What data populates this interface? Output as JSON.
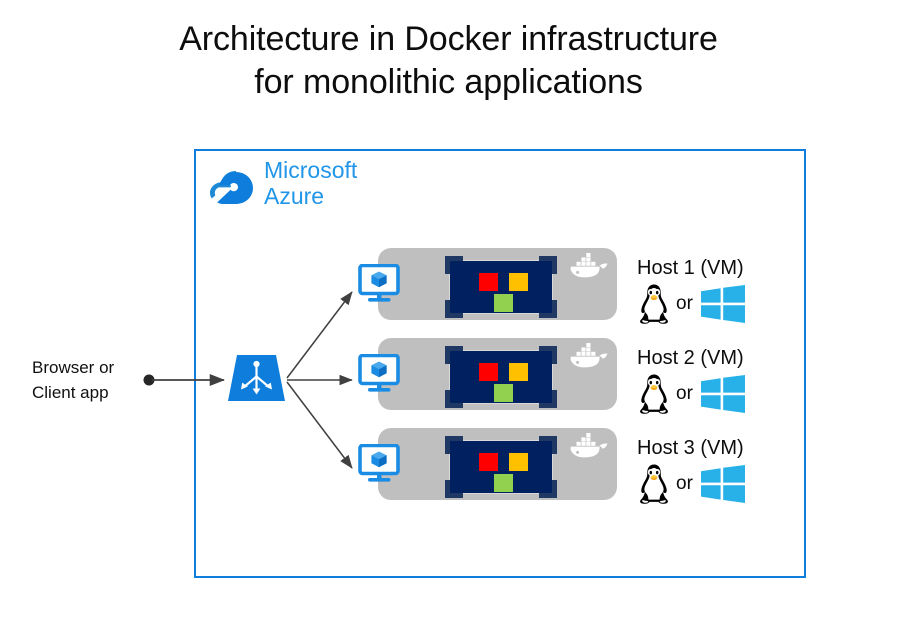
{
  "title": {
    "line1": "Architecture in Docker infrastructure",
    "line2": "for monolithic applications"
  },
  "cloud": {
    "brand_line1": "Microsoft",
    "brand_line2": "Azure",
    "brand_color": "#2196e8",
    "frame_color": "#0f7ddb",
    "cloud_icon": "azure-cloud-icon"
  },
  "client": {
    "label_line1": "Browser or",
    "label_line2": "Client app",
    "endpoint_icon": "endpoint-dot-icon"
  },
  "load_balancer": {
    "icon": "azure-load-balancer-icon",
    "color": "#0f7ddb"
  },
  "colors": {
    "capsule_grey": "#bfbfbf",
    "appbox_navy": "#002060",
    "bracket_navy": "#1f3864",
    "square_red": "#ff0000",
    "square_amber": "#ffc000",
    "square_green": "#92d050",
    "windows_blue": "#28b0e8",
    "arrow_grey": "#404040"
  },
  "or_text": "or",
  "hosts": [
    {
      "name": "Host 1 (VM)",
      "vm_icon": "vm-monitor-cube-icon",
      "docker_icon": "docker-whale-icon",
      "linux_icon": "linux-penguin-icon",
      "windows_icon": "windows-logo-icon",
      "app_squares": [
        "red",
        "amber",
        "green"
      ]
    },
    {
      "name": "Host 2 (VM)",
      "vm_icon": "vm-monitor-cube-icon",
      "docker_icon": "docker-whale-icon",
      "linux_icon": "linux-penguin-icon",
      "windows_icon": "windows-logo-icon",
      "app_squares": [
        "red",
        "amber",
        "green"
      ]
    },
    {
      "name": "Host 3 (VM)",
      "vm_icon": "vm-monitor-cube-icon",
      "docker_icon": "docker-whale-icon",
      "linux_icon": "linux-penguin-icon",
      "windows_icon": "windows-logo-icon",
      "app_squares": [
        "red",
        "amber",
        "green"
      ]
    }
  ]
}
